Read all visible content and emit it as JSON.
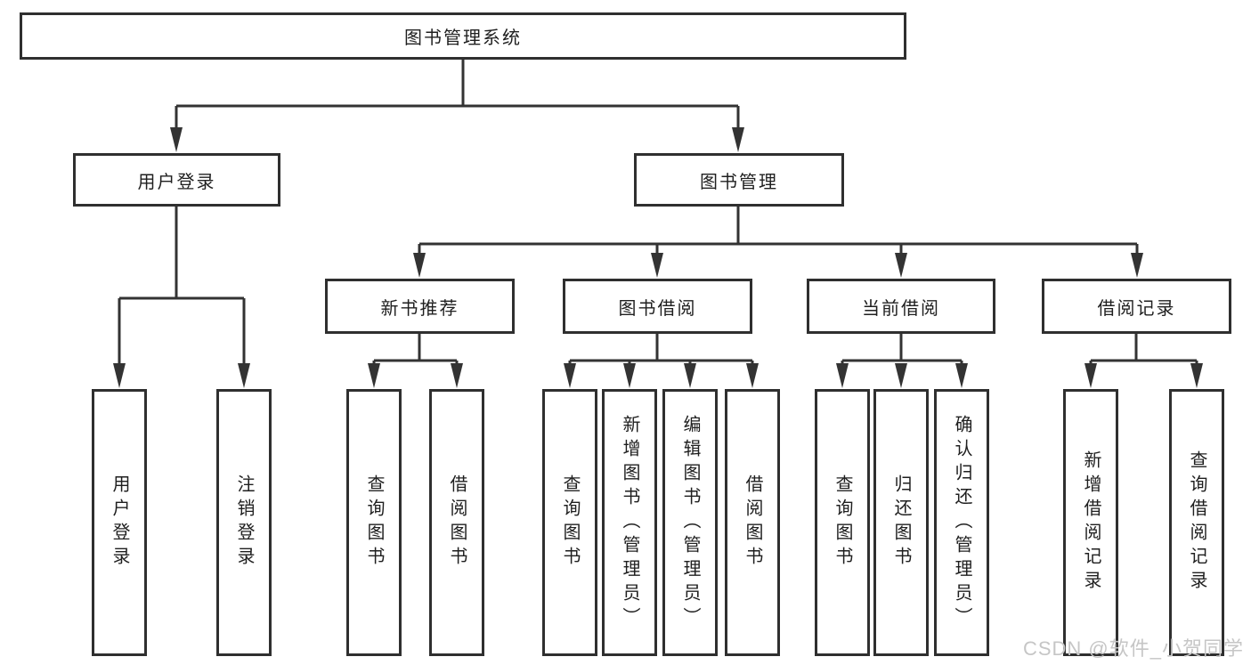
{
  "diagram": {
    "title": "图书管理系统",
    "nodes": {
      "root": {
        "label": "图书管理系统"
      },
      "user_login": {
        "label": "用户登录"
      },
      "book_mgmt": {
        "label": "图书管理"
      },
      "new_book": {
        "label": "新书推荐"
      },
      "book_borrow": {
        "label": "图书借阅"
      },
      "current_borrow": {
        "label": "当前借阅"
      },
      "borrow_record": {
        "label": "借阅记录"
      },
      "leaf_user_login": {
        "label": "用户登录"
      },
      "leaf_user_logout": {
        "label": "注销登录"
      },
      "leaf_nb_query": {
        "label": "查询图书"
      },
      "leaf_nb_borrow": {
        "label": "借阅图书"
      },
      "leaf_bb_query": {
        "label": "查询图书"
      },
      "leaf_bb_add": {
        "label": "新增图书（管理员）"
      },
      "leaf_bb_edit": {
        "label": "编辑图书（管理员）"
      },
      "leaf_bb_borrow": {
        "label": "借阅图书"
      },
      "leaf_cb_query": {
        "label": "查询图书"
      },
      "leaf_cb_return": {
        "label": "归还图书"
      },
      "leaf_cb_confirm": {
        "label": "确认归还（管理员）"
      },
      "leaf_br_add": {
        "label": "新增借阅记录"
      },
      "leaf_br_query": {
        "label": "查询借阅记录"
      }
    }
  },
  "watermark": {
    "text": "CSDN @软件_小贺同学"
  },
  "colors": {
    "line": "#333333",
    "box_border": "#2f2f2f",
    "text": "#1f1f1f",
    "watermark": "#c6c6c6",
    "background": "#ffffff"
  }
}
